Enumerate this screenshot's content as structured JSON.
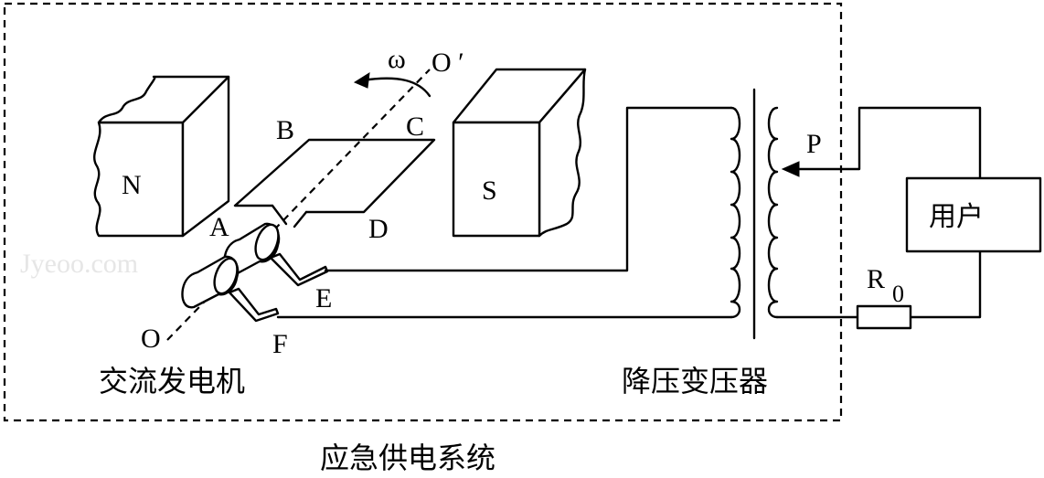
{
  "labels": {
    "omega": "ω",
    "axis_top": "O ′",
    "axis_bottom": "O",
    "A": "A",
    "B": "B",
    "C": "C",
    "D": "D",
    "E": "E",
    "F": "F",
    "N": "N",
    "S": "S",
    "P": "P",
    "R": "R",
    "R_sub": "0",
    "user": "用户",
    "generator": "交流发电机",
    "transformer": "降压变压器",
    "system": "应急供电系统",
    "watermark": "Jyeoo.com"
  }
}
